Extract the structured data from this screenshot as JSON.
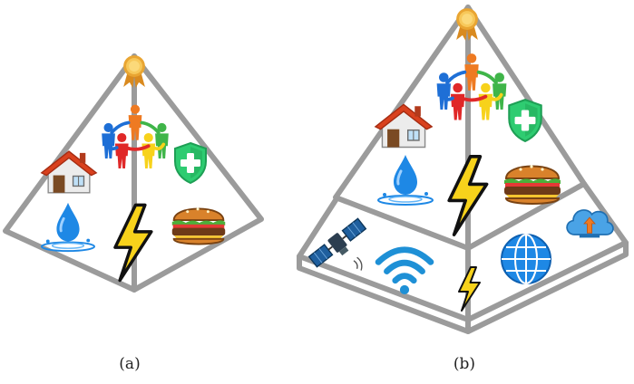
{
  "panels": [
    {
      "id": "a",
      "caption": "(a)"
    },
    {
      "id": "b",
      "caption": "(b)"
    }
  ],
  "colors": {
    "frame": "#9b9b9b",
    "frame_dark": "#8a8a8a",
    "gold": "#f0b43c",
    "blue": "#1e88e5",
    "red": "#e02828",
    "yellow": "#f7d21b",
    "orange": "#ee7a22",
    "green": "#3fb549",
    "shield_green": "#2ecc71",
    "house_roof": "#d9411e",
    "water": "#2196f3",
    "satellite": "#1f5f9e",
    "cloud": "#4aa3e6"
  },
  "icons": {
    "panel_a": [
      "medal-icon",
      "community-people-icon",
      "house-icon",
      "shield-plus-icon",
      "water-drop-icon",
      "lightning-icon",
      "burger-icon"
    ],
    "panel_b": [
      "medal-icon",
      "community-people-icon",
      "house-icon",
      "shield-plus-icon",
      "water-drop-icon",
      "lightning-icon",
      "burger-icon",
      "satellite-icon",
      "wifi-icon",
      "small-lightning-icon",
      "globe-icon",
      "cloud-upload-icon"
    ]
  }
}
